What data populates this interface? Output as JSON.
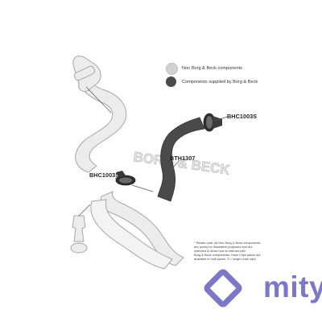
{
  "legend": {
    "items": [
      {
        "label": "Non Borg & Beck components",
        "color": "#cfcfcf"
      },
      {
        "label": "Components supplied by Borg & Beck",
        "color": "#4a4a4a"
      }
    ]
  },
  "parts": [
    {
      "code": "BHC1003S",
      "description": "hose clamp (upper)"
    },
    {
      "code": "BTH1307",
      "description": "turbo hose"
    },
    {
      "code": "BHC1003S",
      "description": "hose clamp (lower)"
    }
  ],
  "watermark": {
    "text": "BORG & BECK"
  },
  "note": {
    "lines": [
      "* Please note: all Non Borg & Beck components",
      "are purely for illustrative purposes and are",
      "intended to show how to interact with",
      "Borg & Beck components. Hose Clips packs are",
      "available in bulk packs, S = single hose clips."
    ]
  },
  "brand": {
    "name": "mity",
    "color": "#7b78c7"
  },
  "colors": {
    "supplied": "#4a4a4a",
    "non_supplied": "#d2d2d2",
    "outline": "#a6a6a6"
  }
}
